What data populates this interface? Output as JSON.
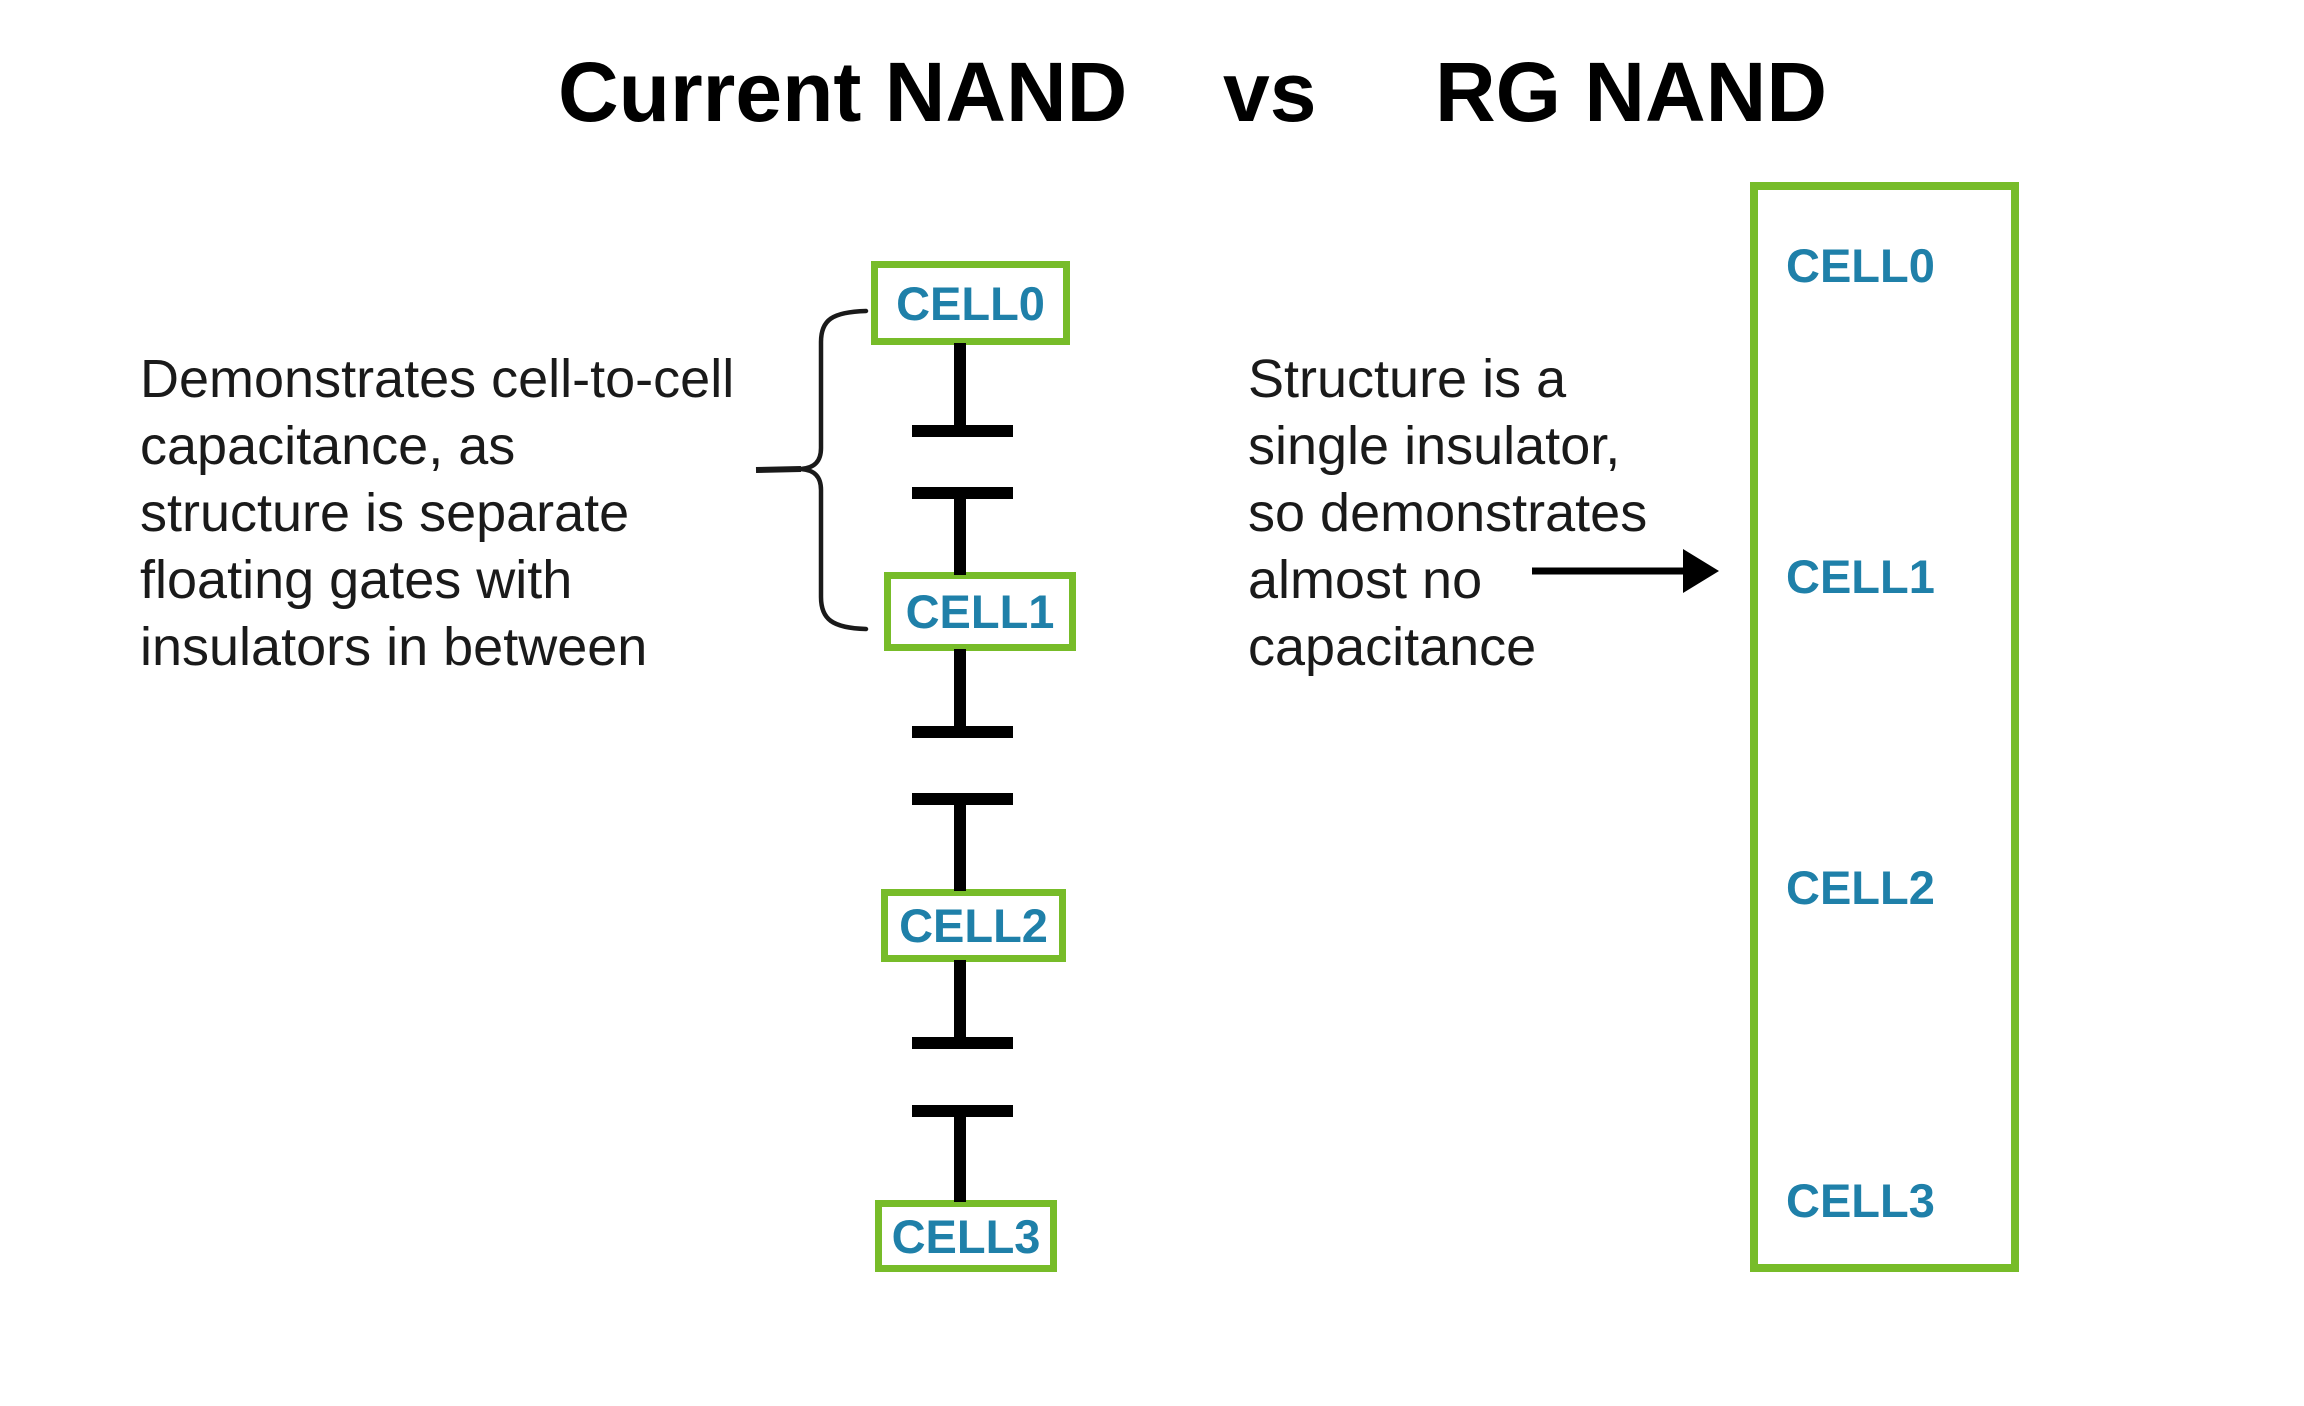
{
  "title": {
    "left": "Current NAND",
    "versus": "vs",
    "right": "RG NAND"
  },
  "current_nand": {
    "annotation": "Demonstrates cell-to-cell\ncapacitance, as\nstructure is separate\nfloating gates with\ninsulators in between",
    "cells": [
      {
        "label": "CELL0"
      },
      {
        "label": "CELL1"
      },
      {
        "label": "CELL2"
      },
      {
        "label": "CELL3"
      }
    ]
  },
  "rg_nand": {
    "annotation": "Structure is a\nsingle insulator,\nso demonstrates\nalmost no\ncapacitance",
    "cells": [
      {
        "label": "CELL0"
      },
      {
        "label": "CELL1"
      },
      {
        "label": "CELL2"
      },
      {
        "label": "CELL3"
      }
    ]
  },
  "icons": {
    "brace": "left-curly-brace",
    "connector": "horizontal-pointer-line",
    "arrow": "right-arrow",
    "capacitor": "capacitor-plates-symbol"
  },
  "colors": {
    "green": "#77bc29",
    "teal": "#1f80a9",
    "black": "#000000",
    "text": "#1a1a1a",
    "background": "#ffffff"
  }
}
